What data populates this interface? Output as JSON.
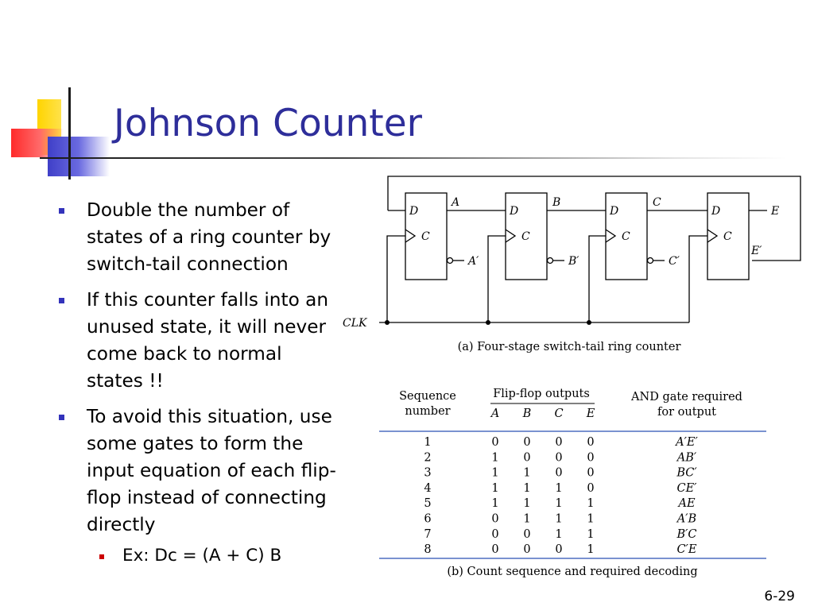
{
  "slide": {
    "title": "Johnson Counter",
    "page_number": "6-29"
  },
  "bullets": [
    "Double the number of states of a ring counter by switch-tail connection",
    "If this counter falls into an unused state, it will never come back to normal states !!",
    "To avoid this situation, use some gates to form the input equation of each flip-flop instead of connecting directly"
  ],
  "sub_bullet": "Ex: Dc = (A + C) B",
  "circuit": {
    "flip_flops": [
      {
        "d": "D",
        "c": "C",
        "q": "A",
        "qn": "A′"
      },
      {
        "d": "D",
        "c": "C",
        "q": "B",
        "qn": "B′"
      },
      {
        "d": "D",
        "c": "C",
        "q": "C",
        "qn": "C′"
      },
      {
        "d": "D",
        "c": "C",
        "q": "E",
        "qn": "E′"
      }
    ],
    "clock_label": "CLK",
    "caption": "(a) Four-stage switch-tail ring counter"
  },
  "table": {
    "header_seq_line1": "Sequence",
    "header_seq_line2": "number",
    "header_group": "Flip-flop outputs",
    "header_cols": [
      "A",
      "B",
      "C",
      "E"
    ],
    "header_and_line1": "AND gate required",
    "header_and_line2": "for output",
    "rows": [
      {
        "seq": "1",
        "a": "0",
        "b": "0",
        "c": "0",
        "e": "0",
        "gate": "A′E′"
      },
      {
        "seq": "2",
        "a": "1",
        "b": "0",
        "c": "0",
        "e": "0",
        "gate": "AB′"
      },
      {
        "seq": "3",
        "a": "1",
        "b": "1",
        "c": "0",
        "e": "0",
        "gate": "BC′"
      },
      {
        "seq": "4",
        "a": "1",
        "b": "1",
        "c": "1",
        "e": "0",
        "gate": "CE′"
      },
      {
        "seq": "5",
        "a": "1",
        "b": "1",
        "c": "1",
        "e": "1",
        "gate": "AE"
      },
      {
        "seq": "6",
        "a": "0",
        "b": "1",
        "c": "1",
        "e": "1",
        "gate": "A′B"
      },
      {
        "seq": "7",
        "a": "0",
        "b": "0",
        "c": "1",
        "e": "1",
        "gate": "B′C"
      },
      {
        "seq": "8",
        "a": "0",
        "b": "0",
        "c": "0",
        "e": "1",
        "gate": "C′E"
      }
    ],
    "caption": "(b) Count sequence and required decoding"
  },
  "colors": {
    "title": "#2e2e9a",
    "bullet_marker": "#3333bb",
    "sub_bullet_marker": "#cc0000",
    "table_rule": "#4f6fc0"
  }
}
